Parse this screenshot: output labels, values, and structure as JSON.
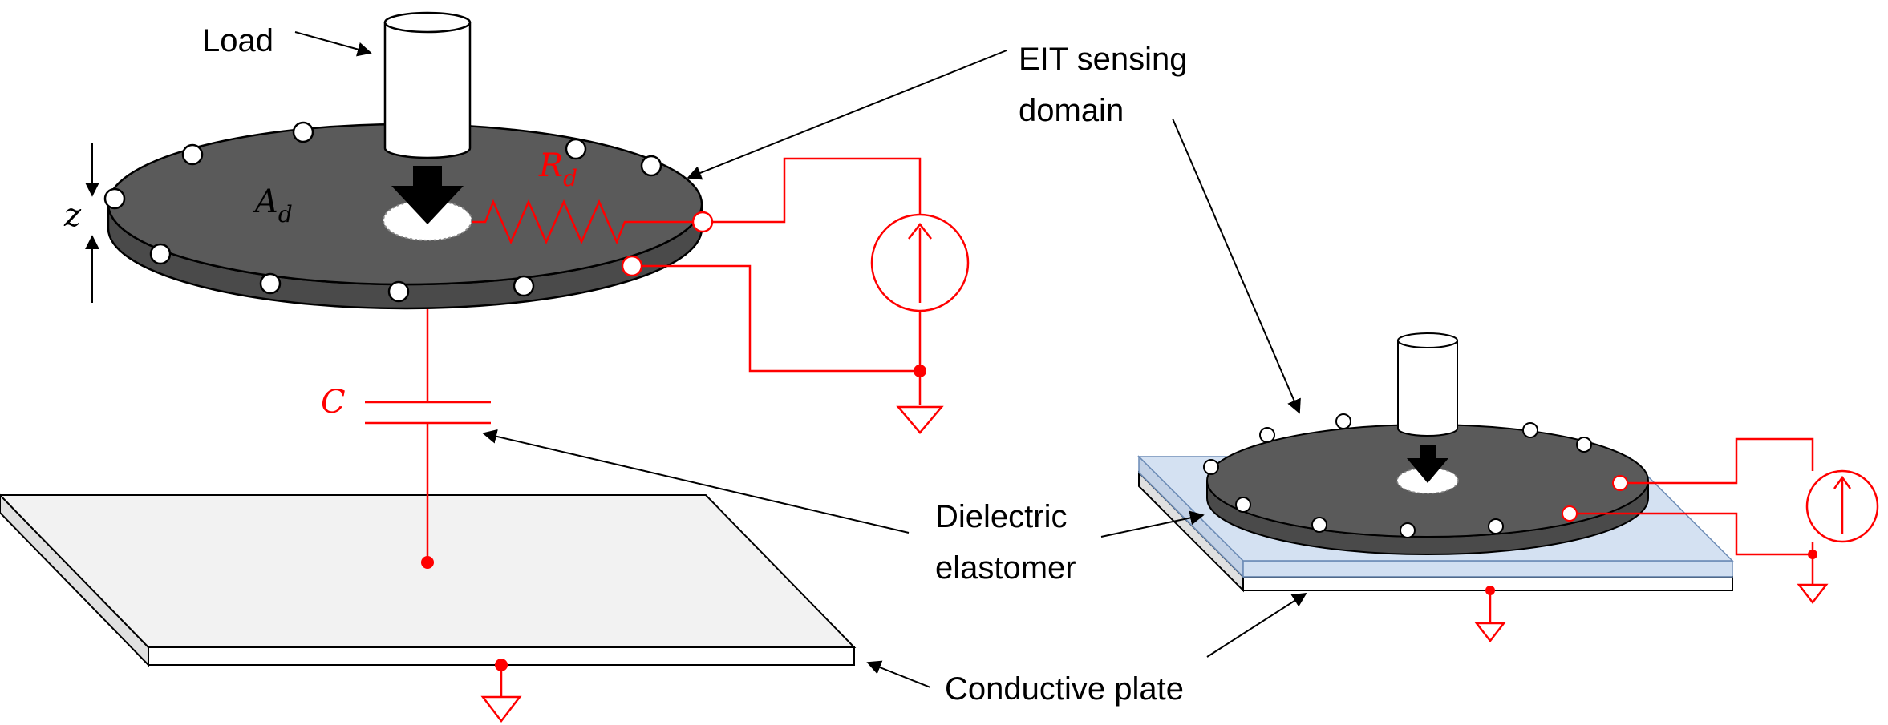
{
  "labels": {
    "load": "Load",
    "eit_line1": "EIT sensing",
    "eit_line2": "domain",
    "dielectric_line1": "Dielectric",
    "dielectric_line2": "elastomer",
    "conductive": "Conductive plate"
  },
  "symbols": {
    "z": "z",
    "area_main": "A",
    "area_sub": "d",
    "res_main": "R",
    "res_sub": "d",
    "cap": "C"
  },
  "colors": {
    "circuit": "#ff0000",
    "disk": "#595959",
    "plate": "#f2f2f2",
    "elastomer": "#c9d9ef",
    "electrode_fill": "#ffffff"
  }
}
